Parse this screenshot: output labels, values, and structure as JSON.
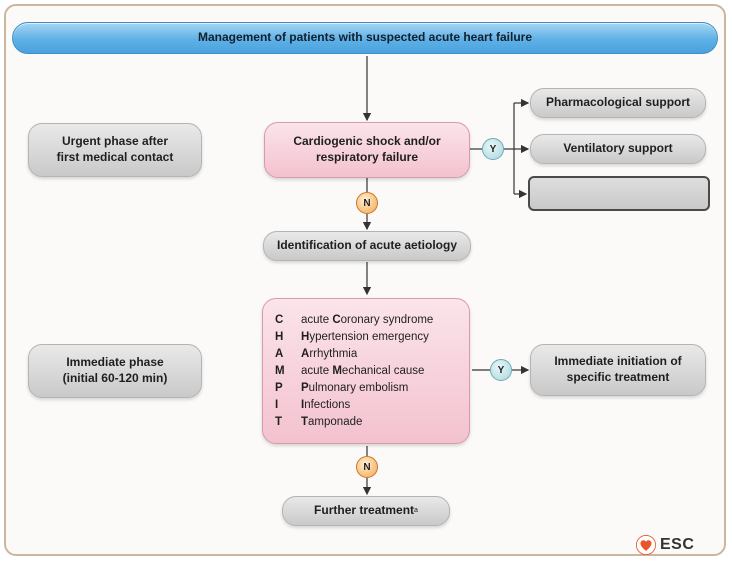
{
  "title": "Management of patients with suspected acute heart failure",
  "phases": {
    "urgent": "Urgent phase after first medical contact",
    "immediate": "Immediate phase (initial 60-120 min)"
  },
  "nodes": {
    "shock": "Cardiogenic shock and/or respiratory failure",
    "aetiology": "Identification of acute aetiology",
    "immediate_treatment": "Immediate initiation of specific treatment",
    "further": "Further treatment",
    "further_mark": "a"
  },
  "support": {
    "pharmacological": "Pharmacological support",
    "ventilatory": "Ventilatory support",
    "third": ""
  },
  "connectors": {
    "yes": "Y",
    "no": "N"
  },
  "champit": [
    {
      "letter": "C",
      "pre": "acute ",
      "key": "C",
      "rest": "oronary syndrome"
    },
    {
      "letter": "H",
      "pre": "",
      "key": "H",
      "rest": "ypertension emergency"
    },
    {
      "letter": "A",
      "pre": "",
      "key": "A",
      "rest": "rrhythmia"
    },
    {
      "letter": "M",
      "pre": "acute ",
      "key": "M",
      "rest": "echanical cause"
    },
    {
      "letter": "P",
      "pre": "",
      "key": "P",
      "rest": "ulmonary embolism"
    },
    {
      "letter": "I",
      "pre": "",
      "key": "I",
      "rest": "nfections"
    },
    {
      "letter": "T",
      "pre": "",
      "key": "T",
      "rest": "amponade"
    }
  ],
  "logo": {
    "text": "ESC",
    "heart_color": "#e8572a"
  },
  "colors": {
    "banner": "#5fb0e6",
    "grey_box": "#d3d3d3",
    "pink_box": "#f3c2cf",
    "yes_circle": "#a9d7de",
    "no_circle": "#f3a64a"
  }
}
